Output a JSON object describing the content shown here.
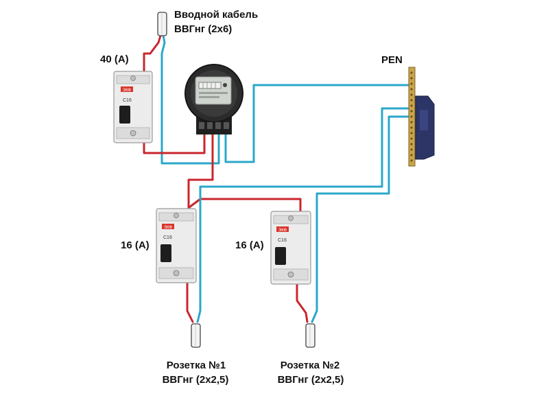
{
  "labels": {
    "input_cable_title": "Вводной кабель",
    "input_cable_type": "ВВГнг (2х6)",
    "main_breaker_rating": "40 (А)",
    "pen_bus": "PEN",
    "breaker1_rating": "16 (А)",
    "breaker2_rating": "16 (А)",
    "socket1_title": "Розетка №1",
    "socket1_cable": "ВВГнг (2х2,5)",
    "socket2_title": "Розетка №2",
    "socket2_cable": "ВВГнг (2х2,5)"
  },
  "breaker_marks": {
    "brand": "ЭКФ",
    "curve": "C16"
  },
  "colors": {
    "phase_wire": "#c8262c",
    "neutral_wire": "#2aa7c9",
    "breaker_body": "#ececec",
    "meter_body": "#2b2b2b",
    "bus_bar": "#c9a44a",
    "bus_holder": "#2c3566"
  }
}
